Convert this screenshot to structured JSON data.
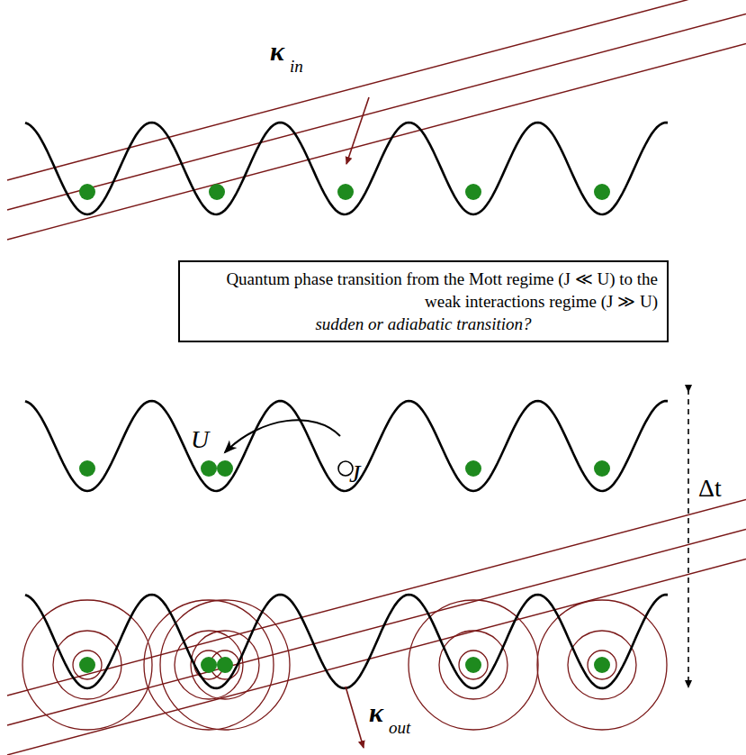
{
  "diagram": {
    "nodes": [
      {
        "text": [
          "Quantum phase transition from the Mott regime (J ≪ U) to the weak interactions regime (J ≫ U)",
          "sudden or adiabatic transition?"
        ]
      }
    ],
    "labels": [
      "κ",
      "in",
      "U",
      "J",
      "Δt",
      "κ",
      "out"
    ]
  }
}
